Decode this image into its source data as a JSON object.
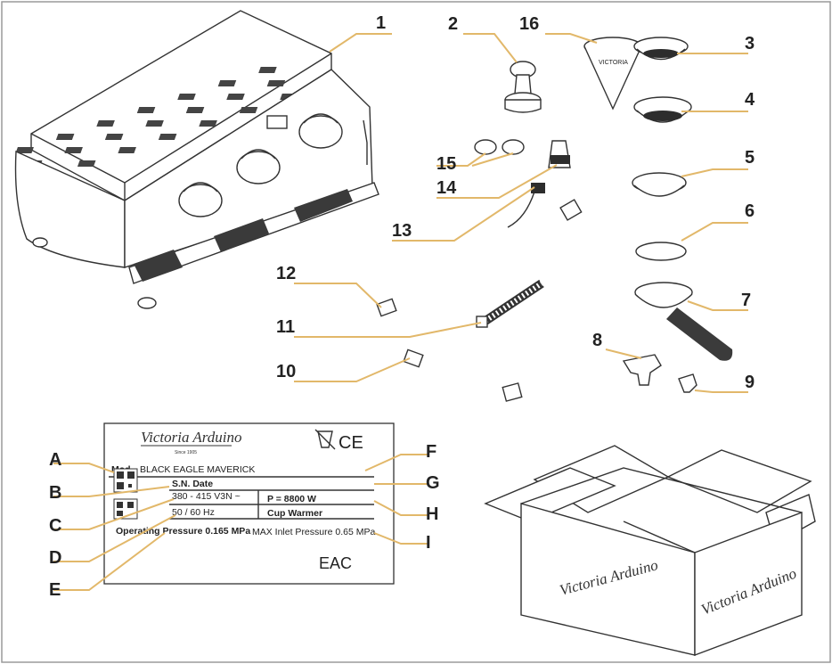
{
  "callouts": {
    "c1": "1",
    "c2": "2",
    "c3": "3",
    "c4": "4",
    "c5": "5",
    "c6": "6",
    "c7": "7",
    "c8": "8",
    "c9": "9",
    "c10": "10",
    "c11": "11",
    "c12": "12",
    "c13": "13",
    "c14": "14",
    "c15": "15",
    "c16": "16",
    "cA": "A",
    "cB": "B",
    "cC": "C",
    "cD": "D",
    "cE": "E",
    "cF": "F",
    "cG": "G",
    "cH": "H",
    "cI": "I"
  },
  "rating_plate": {
    "brand": "Victoria Arduino",
    "since": "Since 1905",
    "model_label": "Mod.",
    "model": "BLACK EAGLE MAVERICK",
    "sn_date": "S.N. Date",
    "voltage": "380 - 415 V3N ~",
    "power": "P = 8800 W",
    "frequency": "50 / 60 Hz",
    "cup_warmer": "Cup Warmer",
    "operating_pressure": "Operating Pressure 0.165 MPa",
    "max_inlet_pressure": "MAX Inlet Pressure 0.65 MPa",
    "ce_mark": "CE",
    "eac_mark": "EAC"
  },
  "box": {
    "brand_front": "Victoria Arduino",
    "brand_side": "Victoria Arduino"
  },
  "accessory": {
    "funnel_text": "VICTORIA"
  },
  "colors": {
    "leader": "#e2b86a",
    "ink": "#333333",
    "frame": "#999999"
  }
}
